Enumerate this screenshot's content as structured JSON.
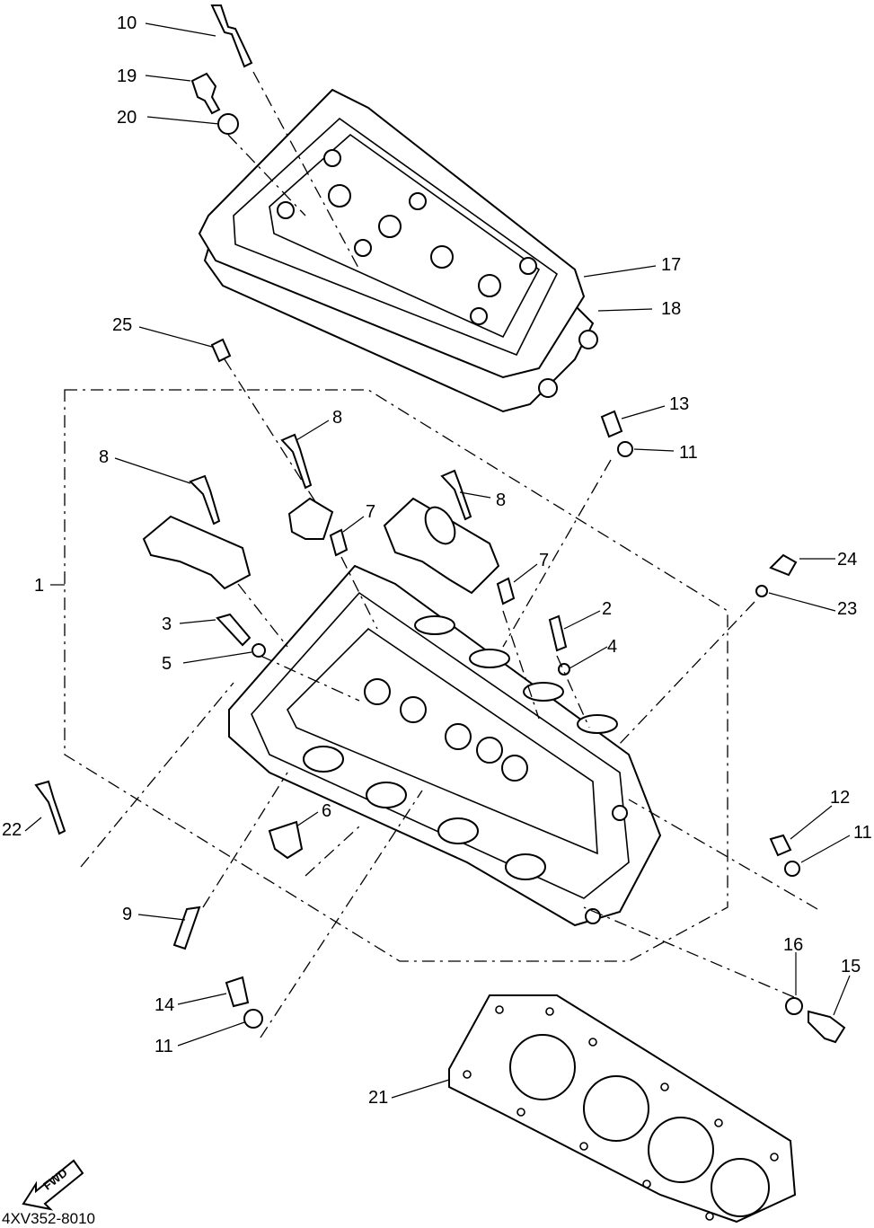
{
  "diagram": {
    "reference_code": "4XV352-8010",
    "direction_label": "FWD",
    "callouts": [
      {
        "id": "c10a",
        "text": "10"
      },
      {
        "id": "c19",
        "text": "19"
      },
      {
        "id": "c20",
        "text": "20"
      },
      {
        "id": "c17",
        "text": "17"
      },
      {
        "id": "c18",
        "text": "18"
      },
      {
        "id": "c25",
        "text": "25"
      },
      {
        "id": "c13",
        "text": "13"
      },
      {
        "id": "c11a",
        "text": "11"
      },
      {
        "id": "c8a",
        "text": "8"
      },
      {
        "id": "c8b",
        "text": "8"
      },
      {
        "id": "c8c",
        "text": "8"
      },
      {
        "id": "c7a",
        "text": "7"
      },
      {
        "id": "c7b",
        "text": "7"
      },
      {
        "id": "c24",
        "text": "24"
      },
      {
        "id": "c23",
        "text": "23"
      },
      {
        "id": "c1",
        "text": "1"
      },
      {
        "id": "c2",
        "text": "2"
      },
      {
        "id": "c3",
        "text": "3"
      },
      {
        "id": "c4",
        "text": "4"
      },
      {
        "id": "c5",
        "text": "5"
      },
      {
        "id": "c22",
        "text": "22"
      },
      {
        "id": "c6",
        "text": "6"
      },
      {
        "id": "c12",
        "text": "12"
      },
      {
        "id": "c11b",
        "text": "11"
      },
      {
        "id": "c9",
        "text": "9"
      },
      {
        "id": "c16",
        "text": "16"
      },
      {
        "id": "c15",
        "text": "15"
      },
      {
        "id": "c14",
        "text": "14"
      },
      {
        "id": "c11c",
        "text": "11"
      },
      {
        "id": "c21",
        "text": "21"
      }
    ]
  }
}
